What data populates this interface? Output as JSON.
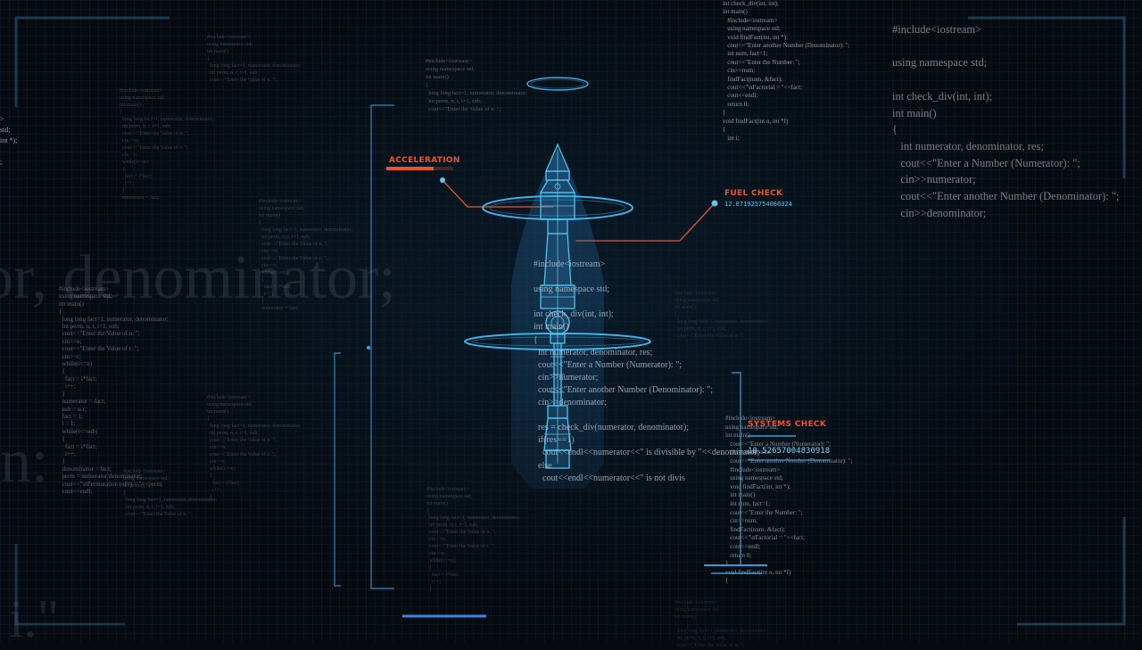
{
  "hud": {
    "acceleration": {
      "label": "ACCELERATION",
      "level": 0.7
    },
    "fuel_check": {
      "label": "FUEL CHECK",
      "value": "12.071925754060324"
    },
    "systems_check": {
      "label": "SYSTEMS CHECK",
      "value": "10.52657004830918"
    }
  },
  "colors": {
    "accent_orange": "#e8552f",
    "hud_cyan": "#4fb8e8",
    "rocket_blue": "#3fb2e8",
    "background": "#070b10"
  },
  "big_ghost": {
    "line1": "or, denominator;",
    "line2": "n:",
    "line3": "i.\""
  },
  "center_code": "#include<iostream>\n\nusing namespace std;\n\nint check_div(int, int);\nint main()\n{\n  int numerator, denominator, res;\n  cout<<\"Enter a Number (Numerator): \";\n  cin>>numerator;\n  cout<<\"Enter another Number (Denominator): \";\n  cin>>denominator;\n\n  res = check_div(numerator, denominator);\n  if(res==1)\n    cout<<endl<<numerator<<\" is divisible by \"<<denominator;\n  else\n    cout<<endl<<numerator<<\" is not divis",
  "right_code": "#include<iostream>\n\nusing namespace std;\n\nint check_div(int, int);\nint main()\n{\n   int numerator, denominator, res;\n   cout<<\"Enter a Number (Numerator): \";\n   cin>>numerator;\n   cout<<\"Enter another Number (Denominator): \";\n   cin>>denominator;",
  "top_right_code": "int check_div(int, int);\nint main()\n   #include<iostream>\n   using namespace std;\n   void findFact(int, int *);\n   cout<<\"Enter another Number (Denominator): \";\n   int num, fact=1;\n   cout<<\"Enter the Number: \";\n   cin>>num;\n   findFact(num, &fact);\n   cout<<\"\\nFactorial = \"<<fact;\n   cout<<endl;\n   return 0;\n}\nvoid findFact(int n, int *f)\n{\n   int i;",
  "bottom_right_code": "#include<iostream>\nusing namespace std;\nint main()\n   cout<<\"Enter a Number (Numerator): \";\n   cin>>numerator;\n   cout<<\"Enter another Number (Denominator): \";\n   #include<iostream>\n   using namespace std;\n   void findFact(int, int *);\n   int main()\n   int num, fact=1;\n   cout<<\"Enter the Number: \";\n   cin>>num;\n   findFact(num, &fact);\n   cout<<\"\\nFactorial = \"<<fact;\n   cout<<endl;\n   return 0;\n}\nvoid findFact(int n, int *f)\n{",
  "left_code": "#include<iostream>\nusing namespace std;\nint main()\n{\n  long long fact=1, numerator, denominator;\n  int perm, n, r, i=1, sub;\n  cout<<\"Enter the Value of n: \";\n  cin>>n;\n  cout<<\"Enter the Value of r: \";\n  cin>>r;\n  while(i<=n)\n  {\n    fact = i*fact;\n    i++;\n  }\n  numerator = fact;\n  sub = n-r;\n  fact = 1;\n  i = 1;\n  while(i<=sub)\n  {\n    fact = i*fact;\n    i++;\n  }\n  denominator = fact;\n  perm = numerator/denominator;\n  cout<<\"\\nPermutation (nPr) = \"<<perm;\n  cout<<endl;",
  "mid_code_a": "#include<iostream>\nusing namespace std;\nint main()\n{\n  long long fact=1, numerator, denominator;\n  int perm, n, r, i=1, sub;\n  cout<<\"Enter the Value of n: \";",
  "mid_code_b": "#include<iostream>\nusing namespace std;\nint main()\n{\n  long long fact=1, numerator, denominator;\n  int perm, n, r, i=1, sub;\n  cout<<\"Enter the Value of n: \";\n  cin>>n;\n  cout<<\"Enter the Value of r: \";\n  cin>>r;\n  while(i<=n)\n  {\n    fact = i*fact;\n    i++;\n  }\n  numerator = fact;",
  "mid_code_c": "#include<iostream>\nusing namespace std;\nint main()\n{\n  long long fact=1, numerator, denominator;\n  int perm, n, r, i=1, sub;\n  cout<<\"Enter the Value of n: \";\n  cin>>n;\n  cout<<\"Enter the Value of r: \";\n  cin>>r;\n  while(i<=n)\n  {\n    fact = i*fact;\n    i++;\n  }",
  "edge_code": ">\nstd;\nint *);\n\n;"
}
